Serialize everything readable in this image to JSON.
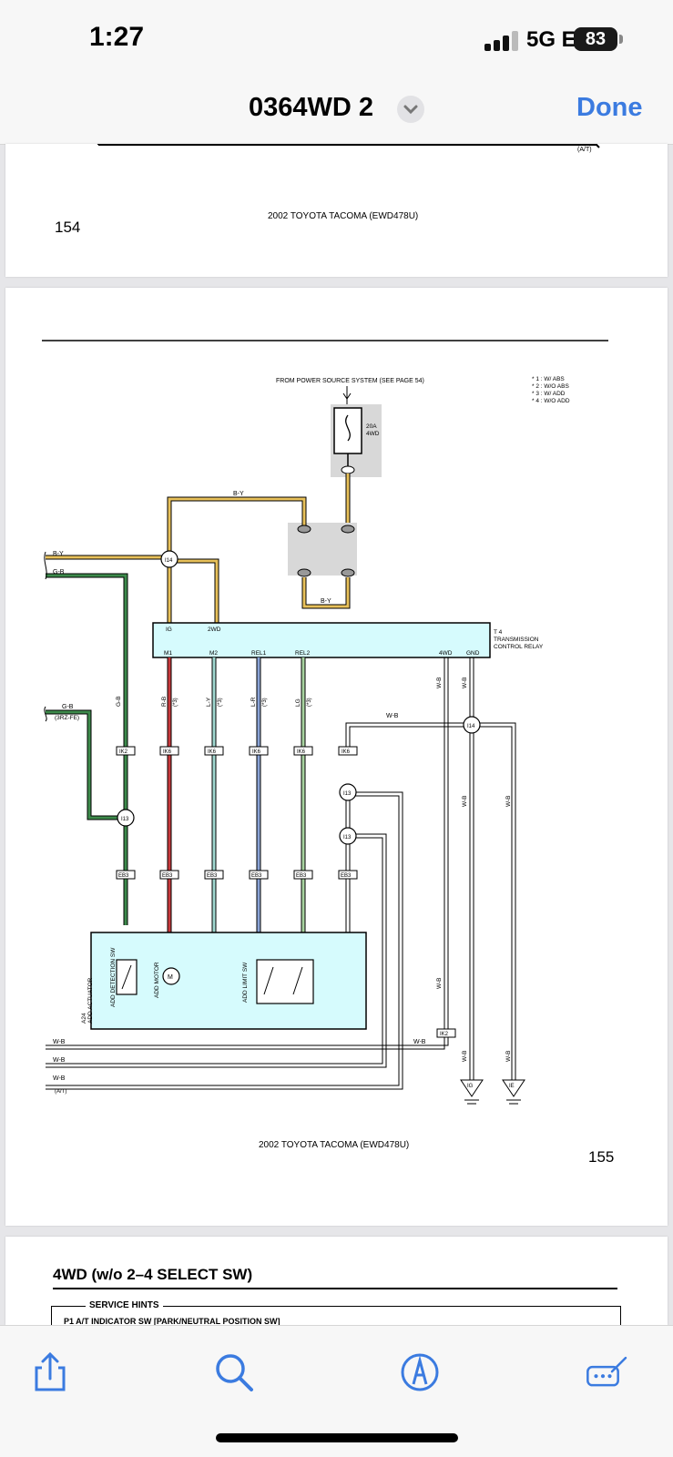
{
  "status": {
    "time": "1:27",
    "network": "5G E",
    "battery": "83"
  },
  "nav": {
    "title": "0364WD 2",
    "done": "Done"
  },
  "page154": {
    "footer": "2002 TOYOTA TACOMA (EWD478U)",
    "number": "154",
    "at_tag": "(A/T)"
  },
  "page155": {
    "footer": "2002 TOYOTA TACOMA (EWD478U)",
    "number": "155",
    "power_source": "FROM POWER SOURCE SYSTEM (SEE PAGE 54)",
    "notes": [
      "* 1 : W/ ABS",
      "* 2 : W/O ABS",
      "* 3 : W/ ADD",
      "* 4 : W/O ADD"
    ],
    "fuse": [
      "20A",
      "4WD"
    ],
    "relay_label": [
      "T 4",
      "TRANSMISSION",
      "CONTROL RELAY"
    ],
    "relay_pins": [
      "IG",
      "2WD",
      "M1",
      "M2",
      "REL1",
      "REL2",
      "4WD",
      "GND"
    ],
    "actuator_label": [
      "A24",
      "ADD ACTUATOR"
    ],
    "switches": [
      "ADD DETECTION SW",
      "ADD MOTOR",
      "ADD LIMIT SW"
    ],
    "connectors": [
      "I14",
      "I13",
      "IK2",
      "IK6",
      "EB3",
      "IG",
      "IE"
    ],
    "wire_colors": [
      "B-Y",
      "G-B",
      "R-B",
      "L-Y",
      "L-R",
      "LG",
      "W-B"
    ],
    "engine_note": "(3RZ-FE)",
    "at_note": "(A/T)",
    "star3": "(*3)"
  },
  "page156": {
    "section_title": "4WD (w/o 2–4 SELECT SW)",
    "service_hints": "SERVICE HINTS",
    "hint_line": "P1  A/T INDICATOR SW [PARK/NEUTRAL POSITION SW]"
  },
  "toolbar": {
    "icons": [
      "share-icon",
      "search-icon",
      "markup-icon",
      "annotate-icon"
    ]
  },
  "colors": {
    "accent": "#3b7be0",
    "relay_fill": "#d6fbfd",
    "wire_by": "#e8c15a",
    "wire_gb": "#3d8a4b",
    "wire_rb": "#c8393c",
    "wire_ly": "#9fd7cf",
    "wire_lr": "#8aa3d6",
    "wire_lg": "#a8d3a0"
  }
}
